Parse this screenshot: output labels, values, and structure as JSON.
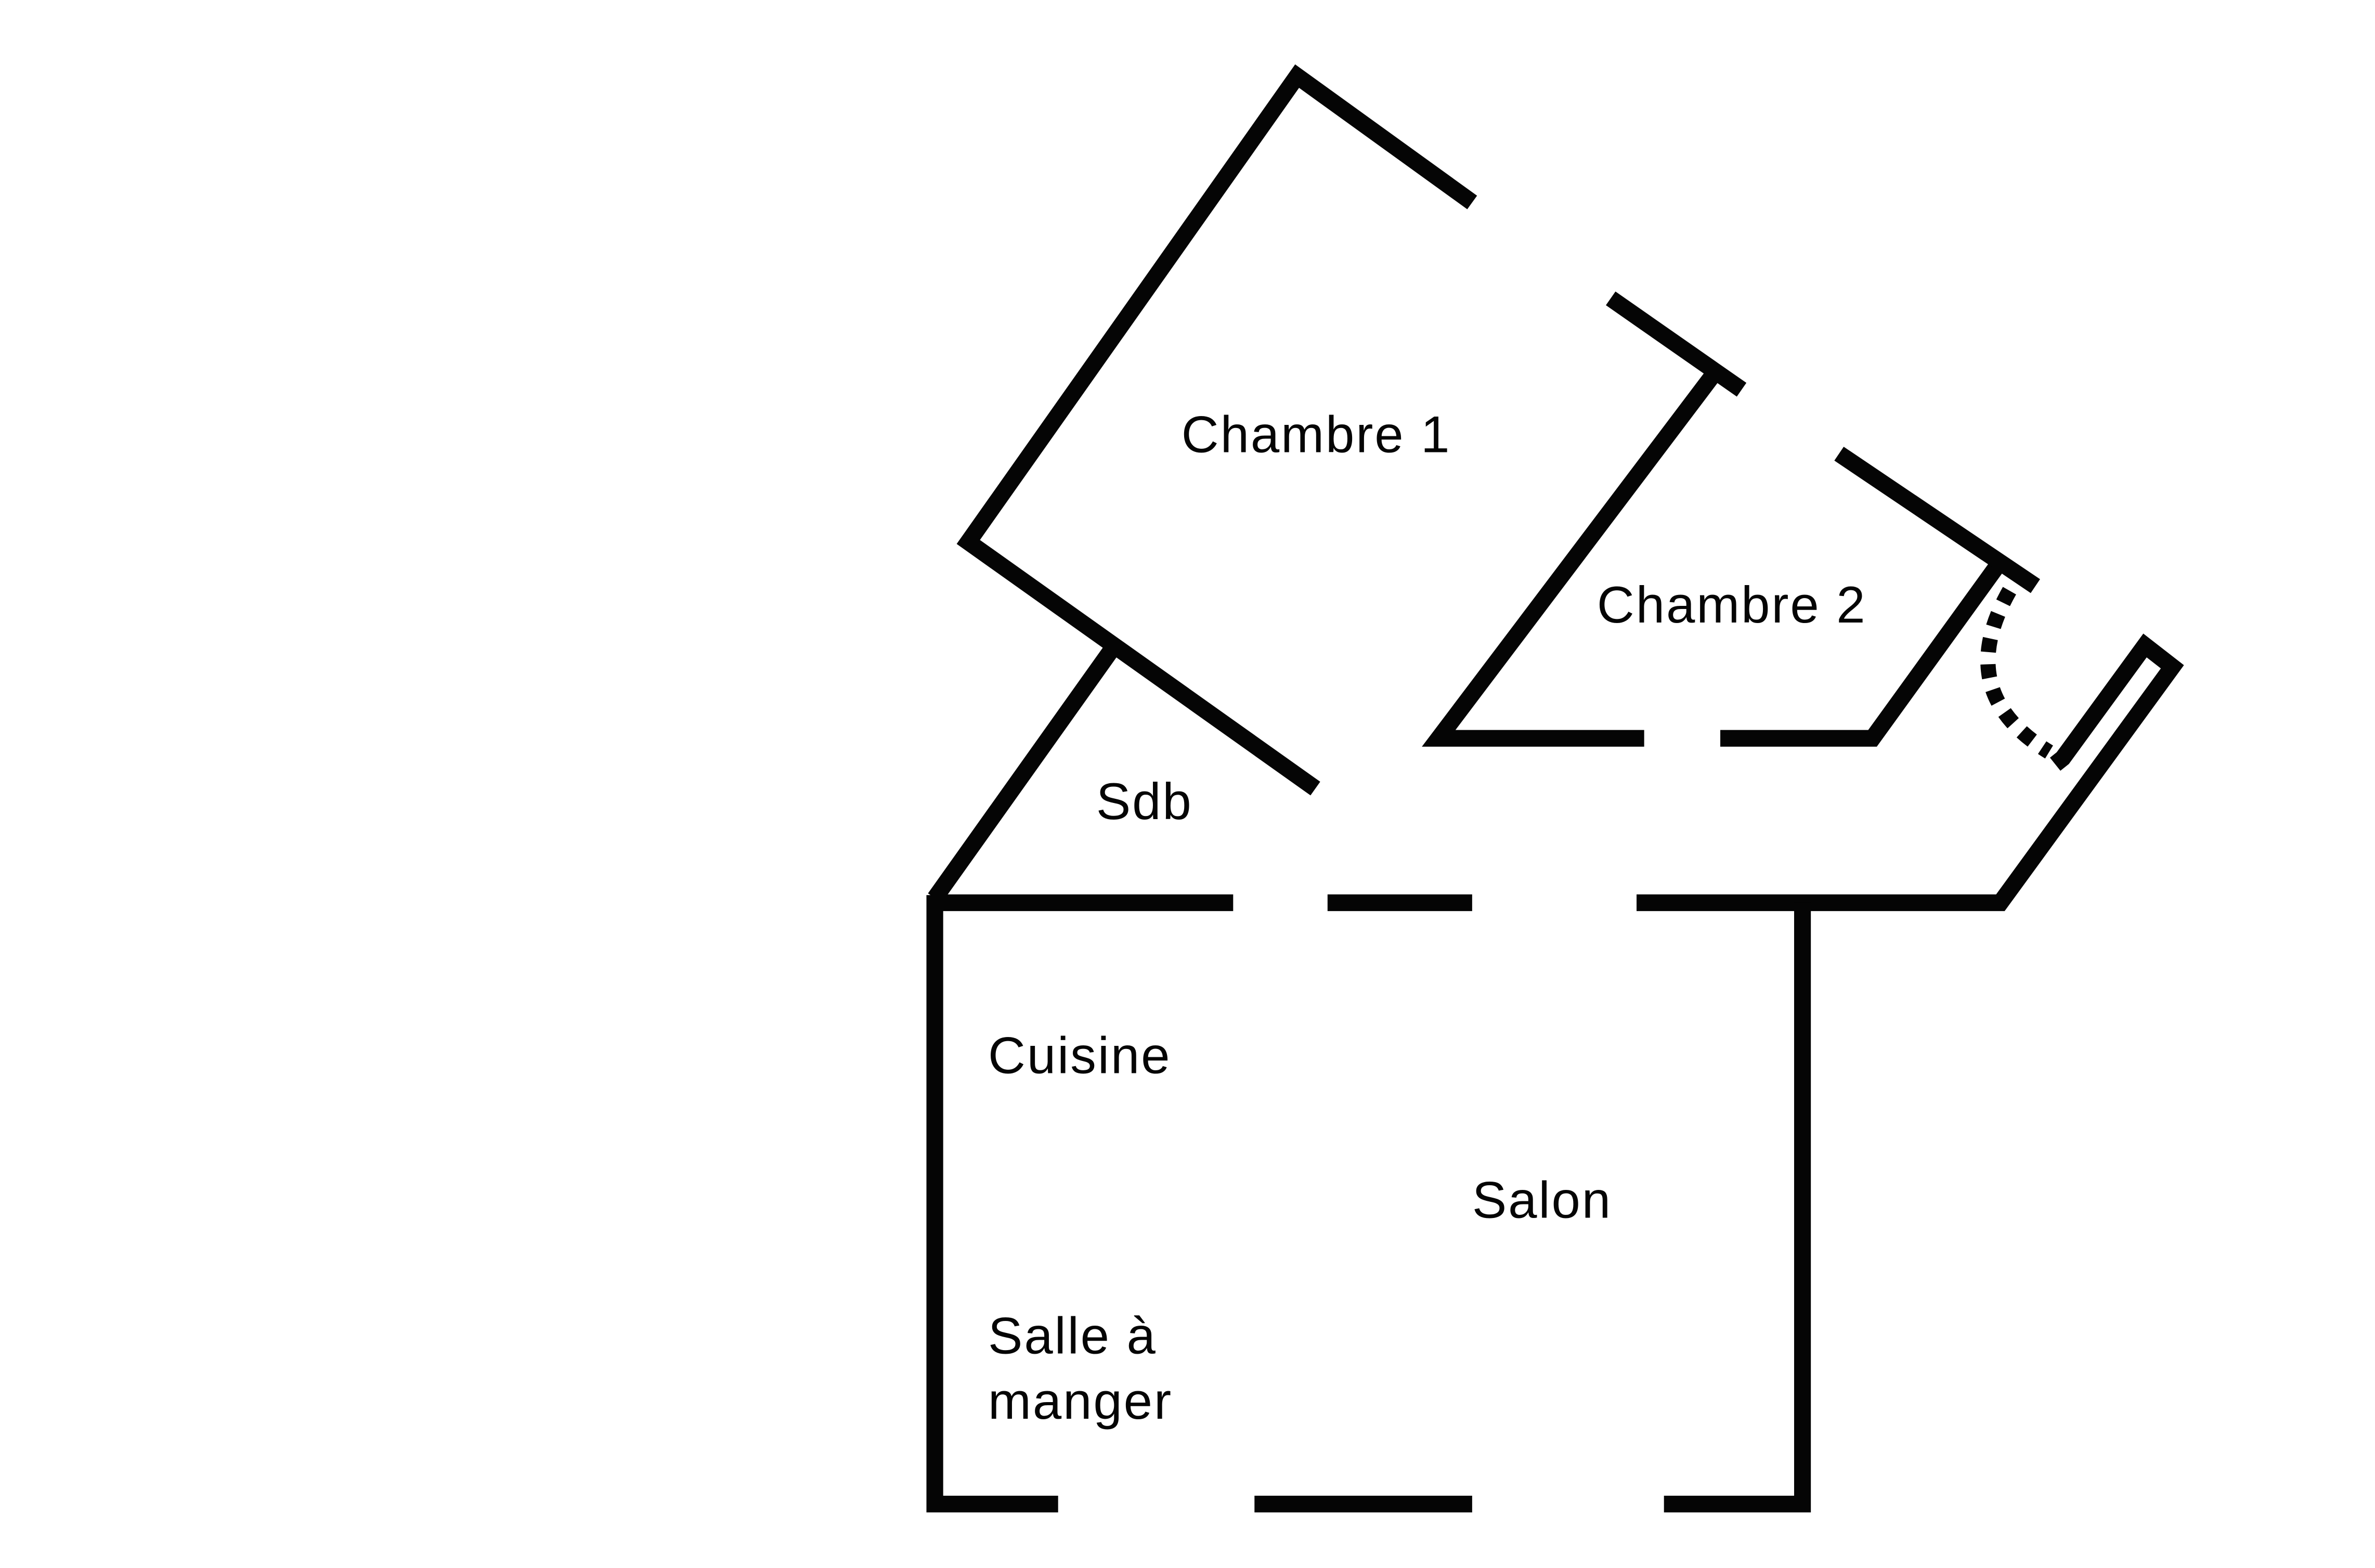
{
  "plan": {
    "rooms": {
      "chambre1": "Chambre 1",
      "chambre2": "Chambre 2",
      "sdb": "Sdb",
      "cuisine": "Cuisine",
      "salon": "Salon",
      "salle_line1": "Salle à",
      "salle_line2": "manger"
    },
    "colors": {
      "wall": "#050505",
      "background": "#ffffff"
    }
  }
}
